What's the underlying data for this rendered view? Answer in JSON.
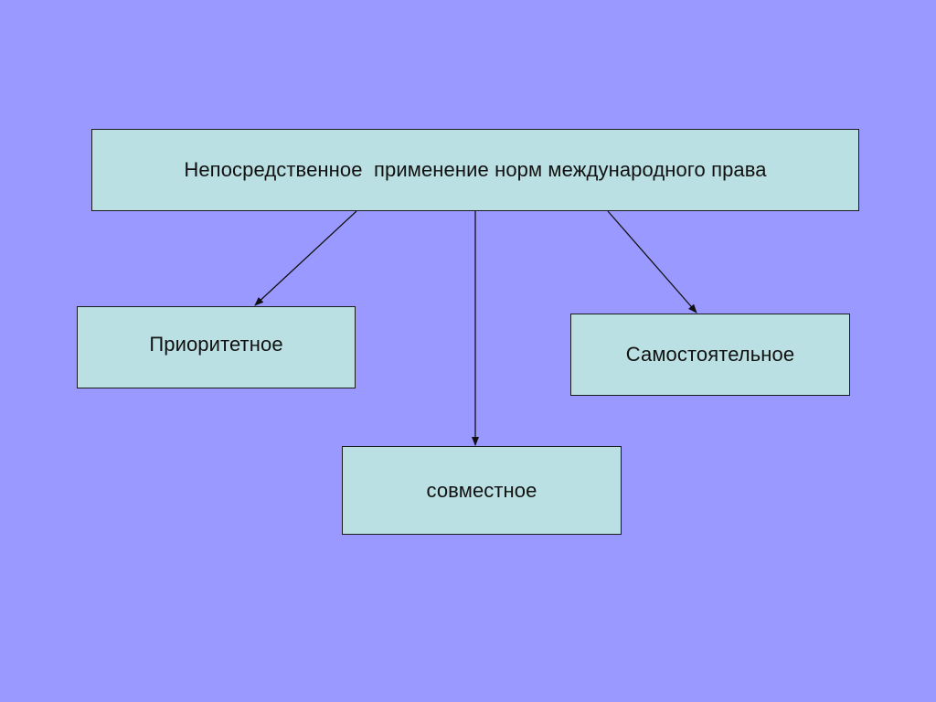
{
  "colors": {
    "background": "#9999ff",
    "box_fill": "#bbe0e3",
    "border": "#1a1a1a",
    "text": "#111111"
  },
  "diagram": {
    "root": {
      "label": "Непосредственное  применение норм международного права"
    },
    "children": [
      {
        "id": "left",
        "label": "Приоритетное"
      },
      {
        "id": "center",
        "label": "совместное"
      },
      {
        "id": "right",
        "label": "Самостоятельное"
      }
    ]
  }
}
